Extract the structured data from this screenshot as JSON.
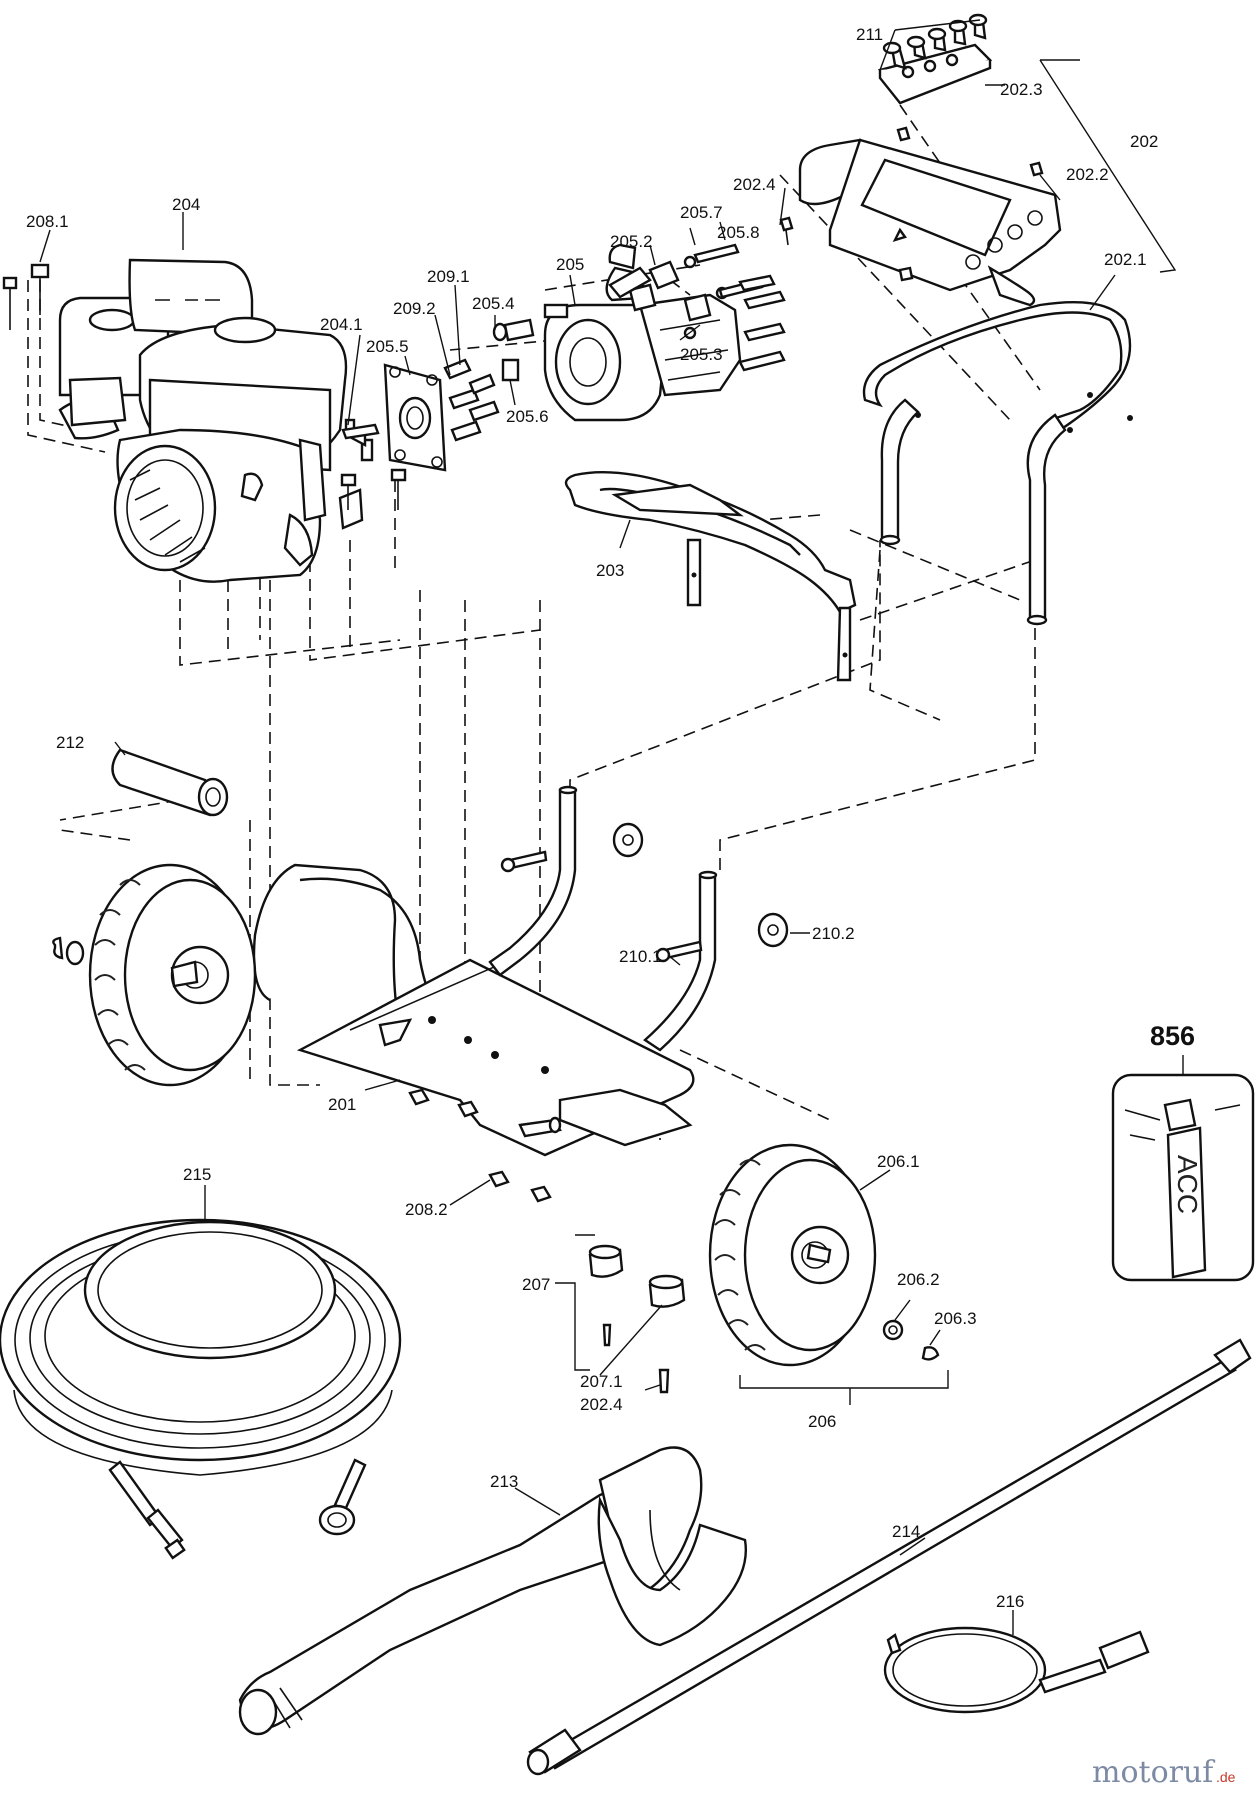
{
  "diagram": {
    "part_labels": {
      "p211": "211",
      "p2023": "202.3",
      "p202": "202",
      "p2024a": "202.4",
      "p2022": "202.2",
      "p2021": "202.1",
      "p204": "204",
      "p2081": "208.1",
      "p2057": "205.7",
      "p2058": "205.8",
      "p2052": "205.2",
      "p205": "205",
      "p2091": "209.1",
      "p2054": "205.4",
      "p2092": "209.2",
      "p2041": "204.1",
      "p2055": "205.5",
      "p2053": "205.3",
      "p2056": "205.6",
      "p203": "203",
      "p212": "212",
      "p2101": "210.1",
      "p2102": "210.2",
      "p201": "201",
      "p2082": "208.2",
      "p215": "215",
      "p2061": "206.1",
      "p207": "207",
      "p2062": "206.2",
      "p2063": "206.3",
      "p2071": "207.1",
      "p2024b": "202.4",
      "p206": "206",
      "p213": "213",
      "p214": "214",
      "p216": "216"
    },
    "kit_label": "856",
    "kit_tag_text": "ACC",
    "watermark": {
      "name": "motoruf",
      "domain": ".de"
    }
  }
}
